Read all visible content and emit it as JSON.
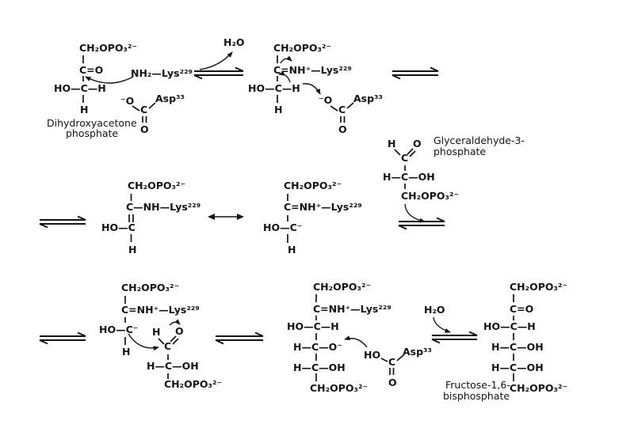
{
  "diagram": {
    "ink_color": "#141414",
    "row1": {
      "dhap": {
        "lines": [
          "CH₂OPO₃²⁻",
          "C=O",
          "HO—C—H",
          "H"
        ],
        "label": [
          "Dihydroxyacetone",
          "phosphate"
        ]
      },
      "lys_attack": "NH₂—Lys²²⁹",
      "asp_a": {
        "o_minus": "⁻O",
        "c": "C",
        "label": "Asp³³",
        "o": "O"
      },
      "water": "H₂O",
      "schiff": {
        "lines": [
          "CH₂OPO₃²⁻",
          "C=NH⁺—Lys²²⁹",
          "HO—C—H",
          "H"
        ]
      },
      "asp_b": {
        "o_minus": "⁻O",
        "c": "C",
        "label": "Asp³³",
        "o": "O"
      }
    },
    "row2": {
      "enamine": {
        "lines": [
          "CH₂OPO₃²⁻",
          "C—NH—Lys²²⁹",
          "HO—C",
          "H"
        ]
      },
      "carbanion": {
        "lines": [
          "CH₂OPO₃²⁻",
          "C=NH⁺—Lys²²⁹",
          "HO—C⁻",
          "H"
        ]
      },
      "g3p": {
        "h": "H",
        "o": "O",
        "c": "C",
        "lines": [
          "H—C—OH",
          "CH₂OPO₃²⁻"
        ],
        "label": [
          "Glyceraldehyde-3-",
          "phosphate"
        ]
      }
    },
    "row3": {
      "attack": {
        "lines": [
          "CH₂OPO₃²⁻",
          "C=NH⁺—Lys²²⁹",
          "HO—C⁻",
          "H"
        ],
        "aldehyde": {
          "h": "H",
          "o": "O",
          "c": "C",
          "lines": [
            "H—C—OH",
            "CH₂OPO₃²⁻"
          ]
        }
      },
      "adduct": {
        "lines": [
          "CH₂OPO₃²⁻",
          "C=NH⁺—Lys²²⁹",
          "HO—C—H",
          "H—C—O⁻",
          "H—C—OH",
          "CH₂OPO₃²⁻"
        ]
      },
      "asp_c": {
        "ho": "HO",
        "c": "C",
        "label": "Asp³³",
        "o": "O"
      },
      "water": "H₂O",
      "fbp": {
        "lines": [
          "CH₂OPO₃²⁻",
          "C=O",
          "HO—C—H",
          "H—C—OH",
          "H—C—OH",
          "CH₂OPO₃²⁻"
        ],
        "label": [
          "Fructose-1,6-",
          "bisphosphate"
        ]
      }
    }
  }
}
